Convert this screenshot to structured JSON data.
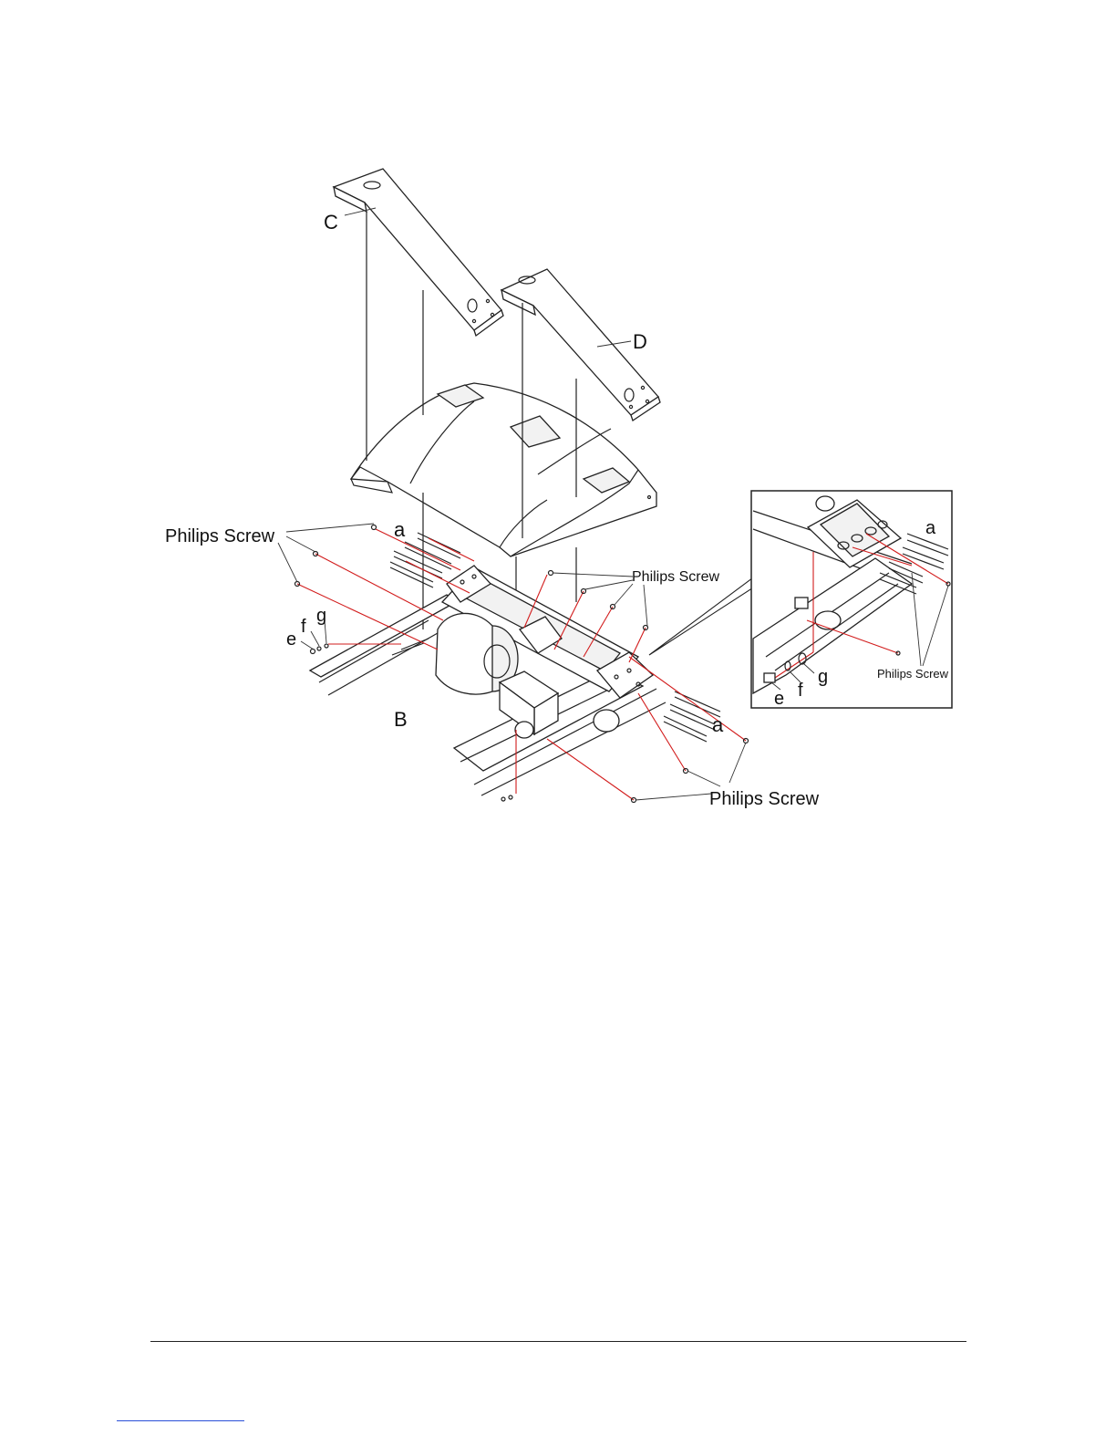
{
  "labels": {
    "part_c": "C",
    "part_d": "D",
    "part_b": "B",
    "bolt_a_left": "a",
    "bolt_a_right": "a",
    "philips_left": "Philips Screw",
    "philips_center": "Philips Screw",
    "philips_bottom": "Philips Screw",
    "washer_e": "e",
    "washer_f": "f",
    "washer_g": "g"
  },
  "detail": {
    "bolt_a": "a",
    "philips": "Philips Screw",
    "washer_e": "e",
    "washer_f": "f",
    "washer_g": "g"
  },
  "colors": {
    "leader_red": "#d21c1c",
    "line": "#222222",
    "link_blue": "#2a4fd8"
  }
}
